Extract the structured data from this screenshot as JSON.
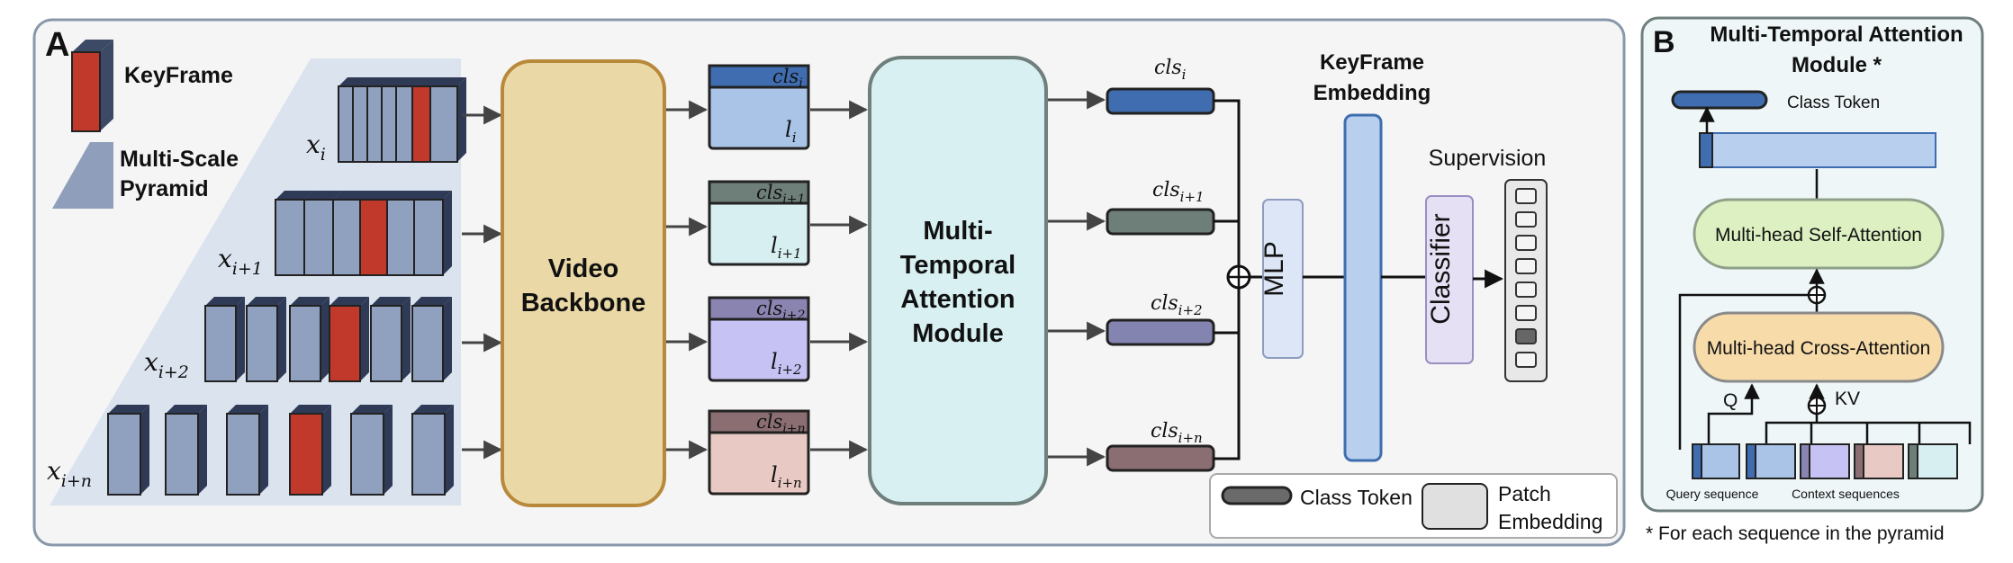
{
  "panel_a": {
    "label": "A",
    "legend_keyframe": "KeyFrame",
    "legend_pyramid": [
      "Multi-Scale",
      "Pyramid"
    ],
    "row_labels": [
      {
        "base": "x",
        "sub": "i"
      },
      {
        "base": "x",
        "sub": "i+1"
      },
      {
        "base": "x",
        "sub": "i+2"
      },
      {
        "base": "x",
        "sub": "i+n"
      }
    ],
    "video_backbone": [
      "Video",
      "Backbone"
    ],
    "token_blocks": [
      {
        "cls": "cls",
        "sub": "i",
        "l": "l",
        "lsub": "i",
        "header_color": "#3f6db0",
        "body_color": "#a9c4e6"
      },
      {
        "cls": "cls",
        "sub": "i+1",
        "l": "l",
        "lsub": "i+1",
        "header_color": "#6e7f7a",
        "body_color": "#d7eff0"
      },
      {
        "cls": "cls",
        "sub": "i+2",
        "l": "l",
        "lsub": "i+2",
        "header_color": "#8a84b0",
        "body_color": "#c6c2f4"
      },
      {
        "cls": "cls",
        "sub": "i+n",
        "l": "l",
        "lsub": "i+n",
        "header_color": "#8a6e72",
        "body_color": "#e8c9c4"
      }
    ],
    "mta_module": [
      "Multi-",
      "Temporal",
      "Attention",
      "Module"
    ],
    "cls_tokens": [
      {
        "base": "cls",
        "sub": "i",
        "color": "#3f6db0"
      },
      {
        "base": "cls",
        "sub": "i+1",
        "color": "#6e7f7a"
      },
      {
        "base": "cls",
        "sub": "i+2",
        "color": "#8484b0"
      },
      {
        "base": "cls",
        "sub": "i+n",
        "color": "#8a6e72"
      }
    ],
    "sum_symbol": "⊕",
    "mlp": "MLP",
    "keyframe_embedding": [
      "KeyFrame",
      "Embedding"
    ],
    "supervision": "Supervision",
    "classifier": "Classifier",
    "legend_class_token": "Class Token",
    "legend_patch": [
      "Patch",
      "Embedding"
    ]
  },
  "panel_b": {
    "label": "B",
    "title": [
      "Multi-Temporal Attention",
      "Module *"
    ],
    "class_token": "Class Token",
    "self_attention": "Multi-head Self-Attention",
    "cross_attention": "Multi-head Cross-Attention",
    "q": "Q",
    "kv": "KV",
    "query_sequence": "Query sequence",
    "context_sequences": "Context sequences",
    "footnote": "* For each sequence in the pyramid",
    "plus": "⊕"
  },
  "colors": {
    "keyframe_red": "#c0392b",
    "frame_blue": "#8fa1bf",
    "backbone_fill": "#ead9a6",
    "backbone_stroke": "#b8893a",
    "mta_fill": "#d8f0f1",
    "mta_stroke": "#6f7f7c",
    "mlp_fill": "#dde6f6",
    "classifier_fill": "#e6e0f4",
    "self_attn_fill": "#dcf0c2",
    "cross_attn_fill": "#f7dcaa",
    "embedding_fill": "#b8d0ee"
  }
}
